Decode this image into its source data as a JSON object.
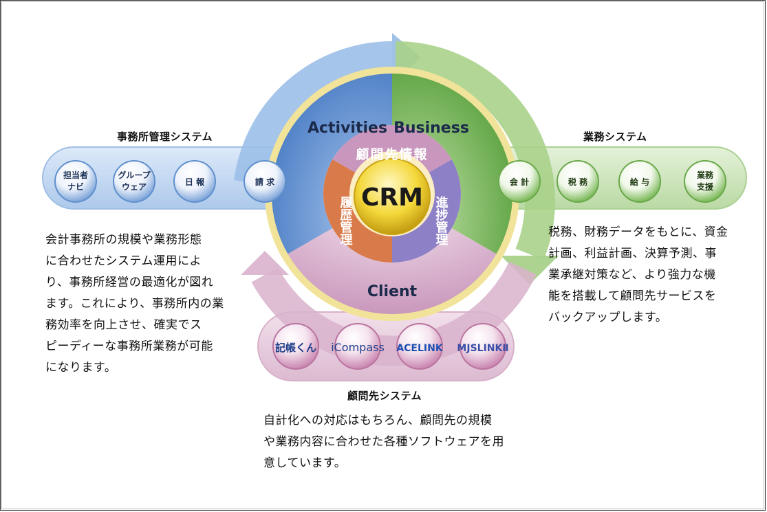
{
  "left_panel": {
    "title": "事務所管理システム",
    "buttons": [
      {
        "line1": "担当者",
        "line2": "ナビ"
      },
      {
        "line1": "グループ",
        "line2": "ウェア"
      },
      {
        "line1": "日 報",
        "line2": ""
      },
      {
        "line1": "請 求",
        "line2": ""
      }
    ],
    "description": "会計事務所の規模や業務形態\nに合わせたシステム運用によ\nり、事務所経営の最適化が図れ\nます。これにより、事務所内の業\n務効率を向上させ、確実でス\nピーディーな事務所業務が可能\nになります。"
  },
  "right_panel": {
    "title": "業務システム",
    "buttons": [
      {
        "line1": "会 計",
        "line2": ""
      },
      {
        "line1": "税 務",
        "line2": ""
      },
      {
        "line1": "給 与",
        "line2": ""
      },
      {
        "line1": "業務",
        "line2": "支援"
      }
    ],
    "description": "税務、財務データをもとに、資金\n計画、利益計画、決算予測、事\n業承継対策など、より強力な機\n能を搭載して顧問先サービスを\nバックアップします。"
  },
  "bottom_panel": {
    "title": "顧問先システム",
    "products": [
      "記帳くん",
      "iCompass",
      "ACELINK",
      "MJSLINKⅡ"
    ],
    "description": "自計化への対応はもちろん、顧問先の規模\nや業務内容に合わせた各種ソフトウェアを用\n意しています。"
  },
  "cycle": {
    "segments": {
      "activities": "Activities",
      "business": "Business",
      "client": "Client"
    },
    "center": "CRM",
    "ring_top": "顧問先情報",
    "ring_left": "履歴管理",
    "ring_right": "進捗管理"
  },
  "colors": {
    "blue": "#5b8fd0",
    "green": "#6fae4f",
    "pink": "#c795b8",
    "orange": "#d9774a",
    "purple": "#8d7ec4",
    "gold": "#e8c21a"
  }
}
